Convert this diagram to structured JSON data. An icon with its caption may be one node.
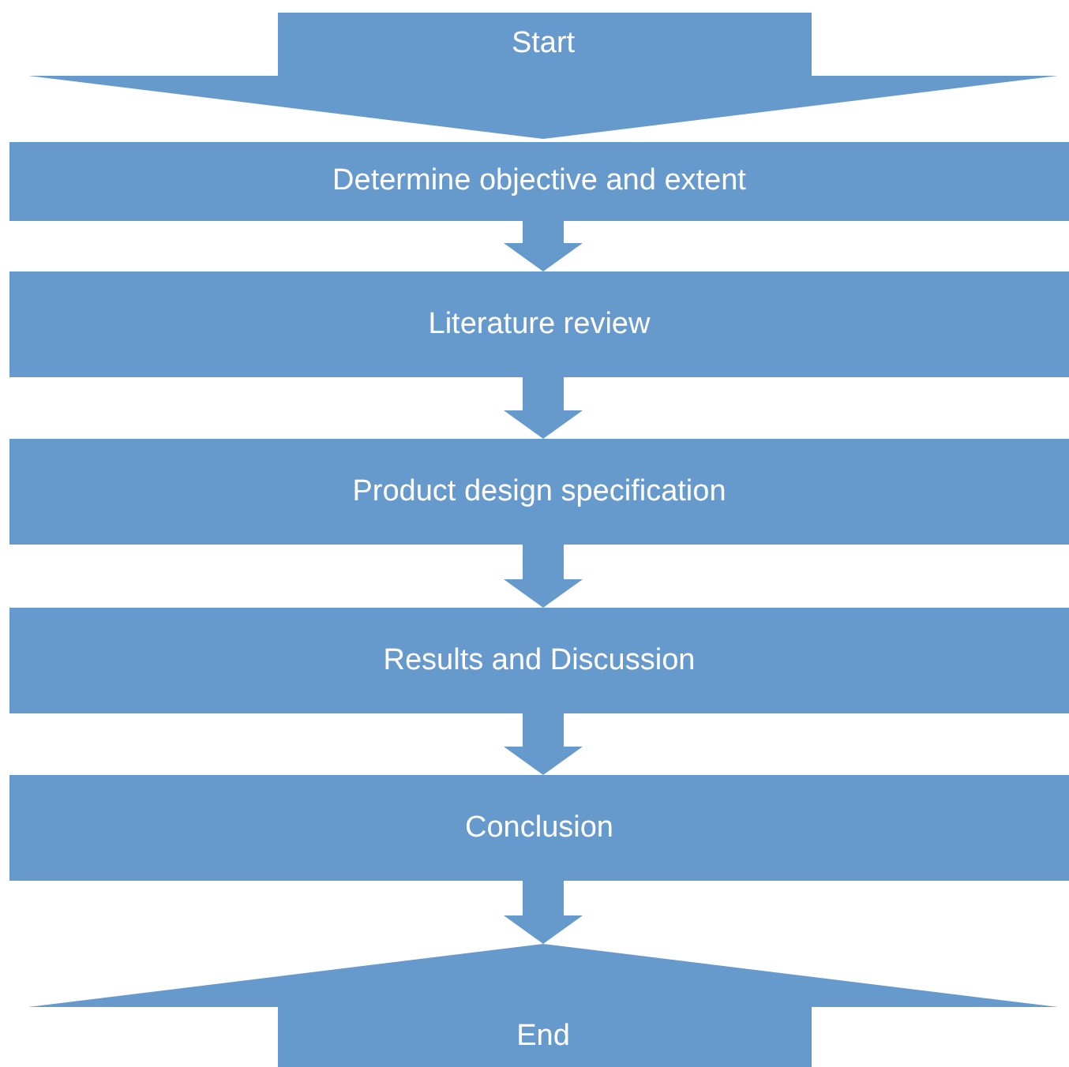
{
  "diagram": {
    "nodes": [
      {
        "text": [
          "Start"
        ]
      },
      {
        "text": [
          "Determine objective and extent"
        ]
      },
      {
        "text": [
          "Literature review"
        ]
      },
      {
        "text": [
          "Product design specification"
        ]
      },
      {
        "text": [
          "Results and Discussion"
        ]
      },
      {
        "text": [
          "Conclusion"
        ]
      },
      {
        "text": [
          "End"
        ]
      }
    ],
    "edges": [
      {
        "from": 1,
        "to": 2,
        "arrow": "to"
      },
      {
        "from": 2,
        "to": 3,
        "arrow": "to"
      },
      {
        "from": 3,
        "to": 4,
        "arrow": "to"
      },
      {
        "from": 4,
        "to": 5,
        "arrow": "to"
      },
      {
        "from": 5,
        "to": 6,
        "arrow": "to"
      }
    ]
  }
}
